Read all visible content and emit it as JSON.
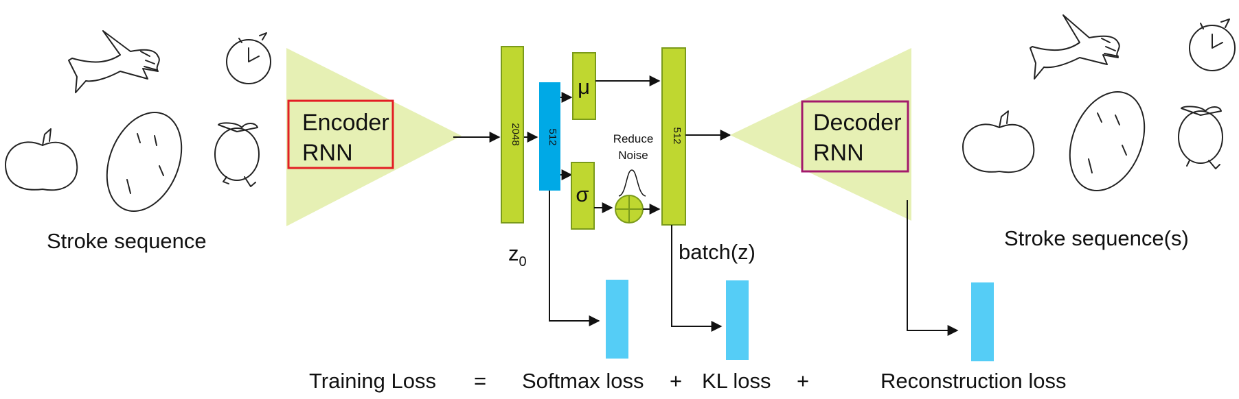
{
  "encoder": {
    "line1": "Encoder",
    "line2": "RNN"
  },
  "decoder": {
    "line1": "Decoder",
    "line2": "RNN"
  },
  "layers": {
    "l2048": "2048",
    "l512_blue": "512",
    "l512_green": "512"
  },
  "symbols": {
    "mu": "μ",
    "sigma": "σ",
    "z_base": "z",
    "z_sub": "0"
  },
  "noise": {
    "line1": "Reduce",
    "line2": "Noise"
  },
  "labels": {
    "stroke_left": "Stroke sequence",
    "stroke_right": "Stroke sequence(s)",
    "batch": "batch(z)"
  },
  "loss": {
    "training": "Training Loss",
    "equals": "=",
    "softmax": "Softmax loss",
    "plus1": "+",
    "kl": "KL loss",
    "plus2": "+",
    "reconstruction": "Reconstruction loss"
  },
  "colors": {
    "trapezoid": "#e6f0b4",
    "green_bar": "#bfd730",
    "green_border": "#7a9a1a",
    "blue_bar": "#00a9e6",
    "loss_bar": "#55cdf6",
    "encoder_border": "#e31e24",
    "decoder_border": "#a3196b"
  },
  "icons": [
    "shark-sketch",
    "alarm-clock-sketch",
    "apple-sketch",
    "potato-sketch",
    "alarm-clock-bell-sketch",
    "gaussian-curve-icon",
    "add-noise-circle-icon"
  ]
}
